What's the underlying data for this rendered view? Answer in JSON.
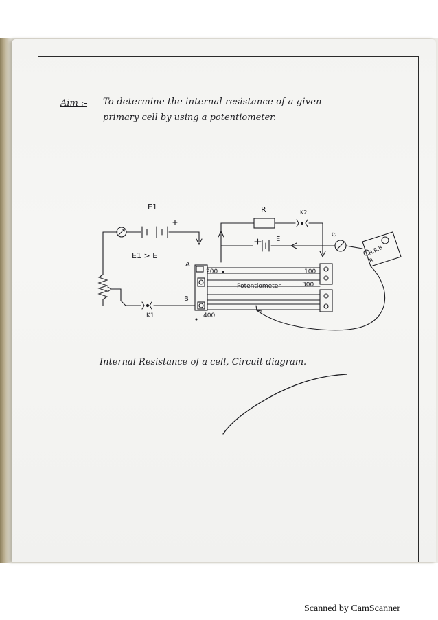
{
  "document": {
    "aim_label": "Aim :-",
    "aim_text_line1": "To determine the internal resistance of a given",
    "aim_text_line2": "primary cell by using a potentiometer.",
    "caption": "Internal Resistance of a cell, Circuit diagram."
  },
  "circuit_labels": {
    "e1": "E1",
    "condition": "E1 > E",
    "point_a": "A",
    "point_b": "B",
    "key_k1": "K1",
    "resistor_r": "R",
    "key_k2": "K2",
    "cell_e": "E",
    "mark_200": "200",
    "mark_100": "100",
    "mark_300": "300",
    "mark_400": "400",
    "potentiometer": "Potentiometer",
    "galvanometer": "G",
    "resistance_box_line1": "H.R.B",
    "resistance_box_line2": "R"
  },
  "footer": {
    "watermark": "Scanned by CamScanner"
  }
}
